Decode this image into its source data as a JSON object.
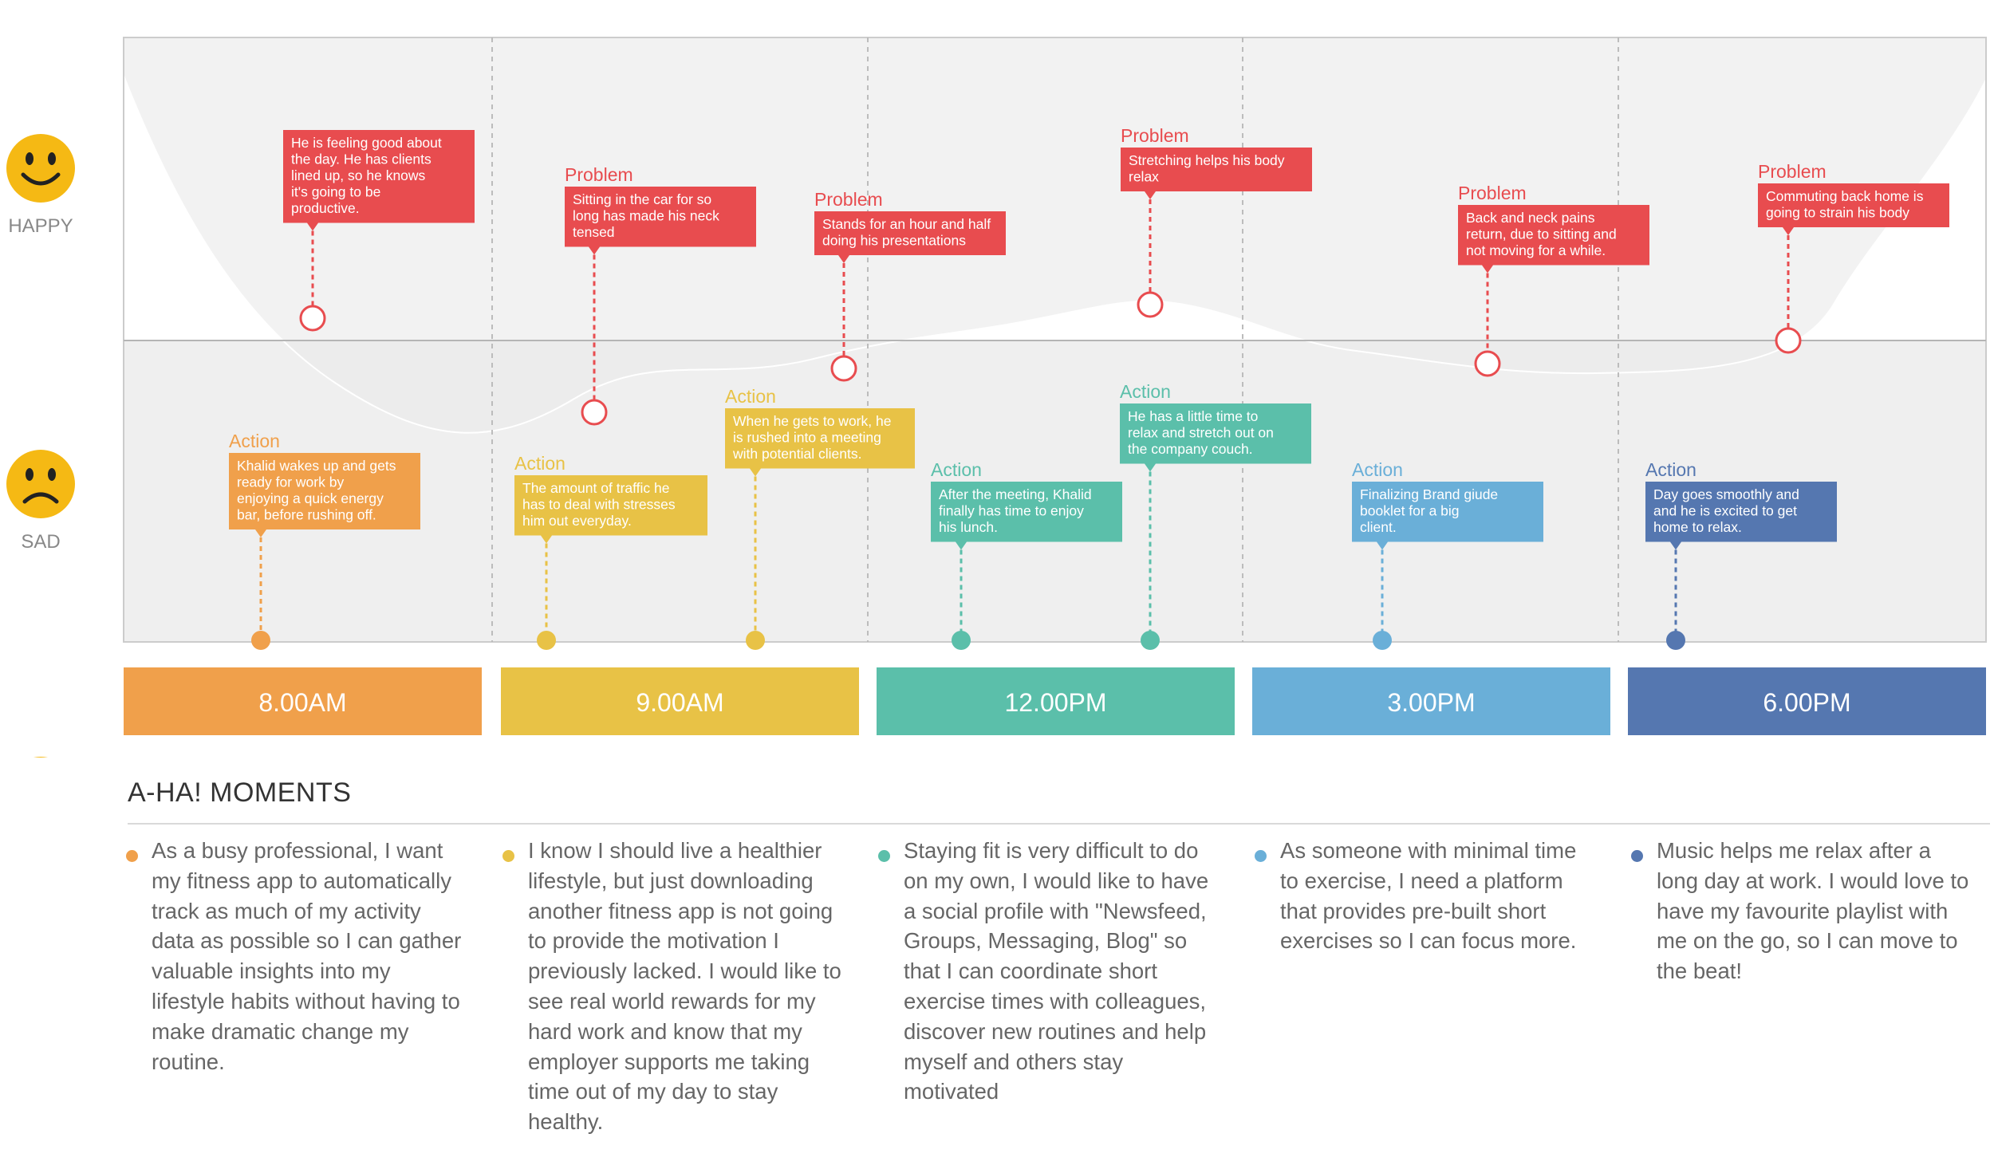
{
  "moods": {
    "happy_label": "HAPPY",
    "sad_label": "SAD",
    "happy_icon": "smiling-face-icon",
    "sad_icon": "frowning-face-icon",
    "aha_icon": "grinning-face-icon",
    "face_color": "#f5b914"
  },
  "colors": {
    "problem": "#e84c4f",
    "orange": "#f0a04b",
    "yellow": "#e8c246",
    "teal": "#5bbfaa",
    "lightblue": "#6aafd8",
    "navy": "#5577b0",
    "happy_area": "#f2f2f2",
    "lower_area": "#e9e9e9",
    "text": "#666666"
  },
  "chart_data": {
    "type": "journey_map",
    "time_slots": [
      {
        "label": "8.00AM",
        "color": "#f0a04b"
      },
      {
        "label": "9.00AM",
        "color": "#e8c246"
      },
      {
        "label": "12.00PM",
        "color": "#5bbfaa"
      },
      {
        "label": "3.00PM",
        "color": "#6aafd8"
      },
      {
        "label": "6.00PM",
        "color": "#5577b0"
      }
    ],
    "actions": [
      {
        "heading": "Action",
        "text": "Khalid wakes up and gets ready for work by enjoying a quick energy bar, before rushing off.",
        "color": "#f0a04b"
      },
      {
        "heading": "Action",
        "text": "The amount of traffic he has to deal with stresses him out everyday.",
        "color": "#e8c246"
      },
      {
        "heading": "Action",
        "text": "When he gets to work, he is rushed into a meeting with potential clients.",
        "color": "#e8c246"
      },
      {
        "heading": "Action",
        "text": "After the meeting, Khalid finally has time to enjoy his lunch.",
        "color": "#5bbfaa"
      },
      {
        "heading": "Action",
        "text": "He has a little time to relax and stretch out on the company couch.",
        "color": "#5bbfaa"
      },
      {
        "heading": "Action",
        "text": "Finalizing Brand giude booklet for a big client.",
        "color": "#6aafd8"
      },
      {
        "heading": "Action",
        "text": "Day goes smoothly and and he is excited to get home to relax.",
        "color": "#5577b0"
      }
    ],
    "problems": [
      {
        "heading": "",
        "text": "He is feeling good about the day. He has clients lined up, so he knows it's going to be productive."
      },
      {
        "heading": "Problem",
        "text": "Sitting in the car for so long has made his neck tensed"
      },
      {
        "heading": "Problem",
        "text": "Stands for an hour and half doing his presentations"
      },
      {
        "heading": "Problem",
        "text": "Stretching helps his body relax"
      },
      {
        "heading": "Problem",
        "text": "Back and neck pains return, due to sitting and not moving for a while."
      },
      {
        "heading": "Problem",
        "text": "Commuting back home is going to strain his body"
      }
    ]
  },
  "aha": {
    "title": "A-HA! MOMENTS",
    "items": [
      {
        "text": "As a busy professional, I want my fitness app to automatically track as much of my activity data as possible so I can gather valuable insights into my lifestyle habits without having to make dramatic change my routine.",
        "color": "#f0a04b"
      },
      {
        "text": "I know I should live a healthier lifestyle, but just downloading another fitness app is not going to provide the motivation I previously lacked. I would like to see real world rewards for my hard work and know that my employer supports me taking time out of my day to stay healthy.",
        "color": "#e8c246"
      },
      {
        "text": "Staying fit is very difficult to do on my own, I would like to have a social profile with \"Newsfeed, Groups, Messaging, Blog\" so that I can coordinate short exercise times with colleagues, discover new routines and help myself and others stay motivated",
        "color": "#5bbfaa"
      },
      {
        "text": "As someone with minimal time to exercise, I need a platform that provides pre-built short exercises so I can focus more.",
        "color": "#6aafd8"
      },
      {
        "text": "Music helps me relax after a long day at work. I would love to have my favourite playlist with me on the go, so I can move to the beat!",
        "color": "#5577b0"
      }
    ]
  }
}
